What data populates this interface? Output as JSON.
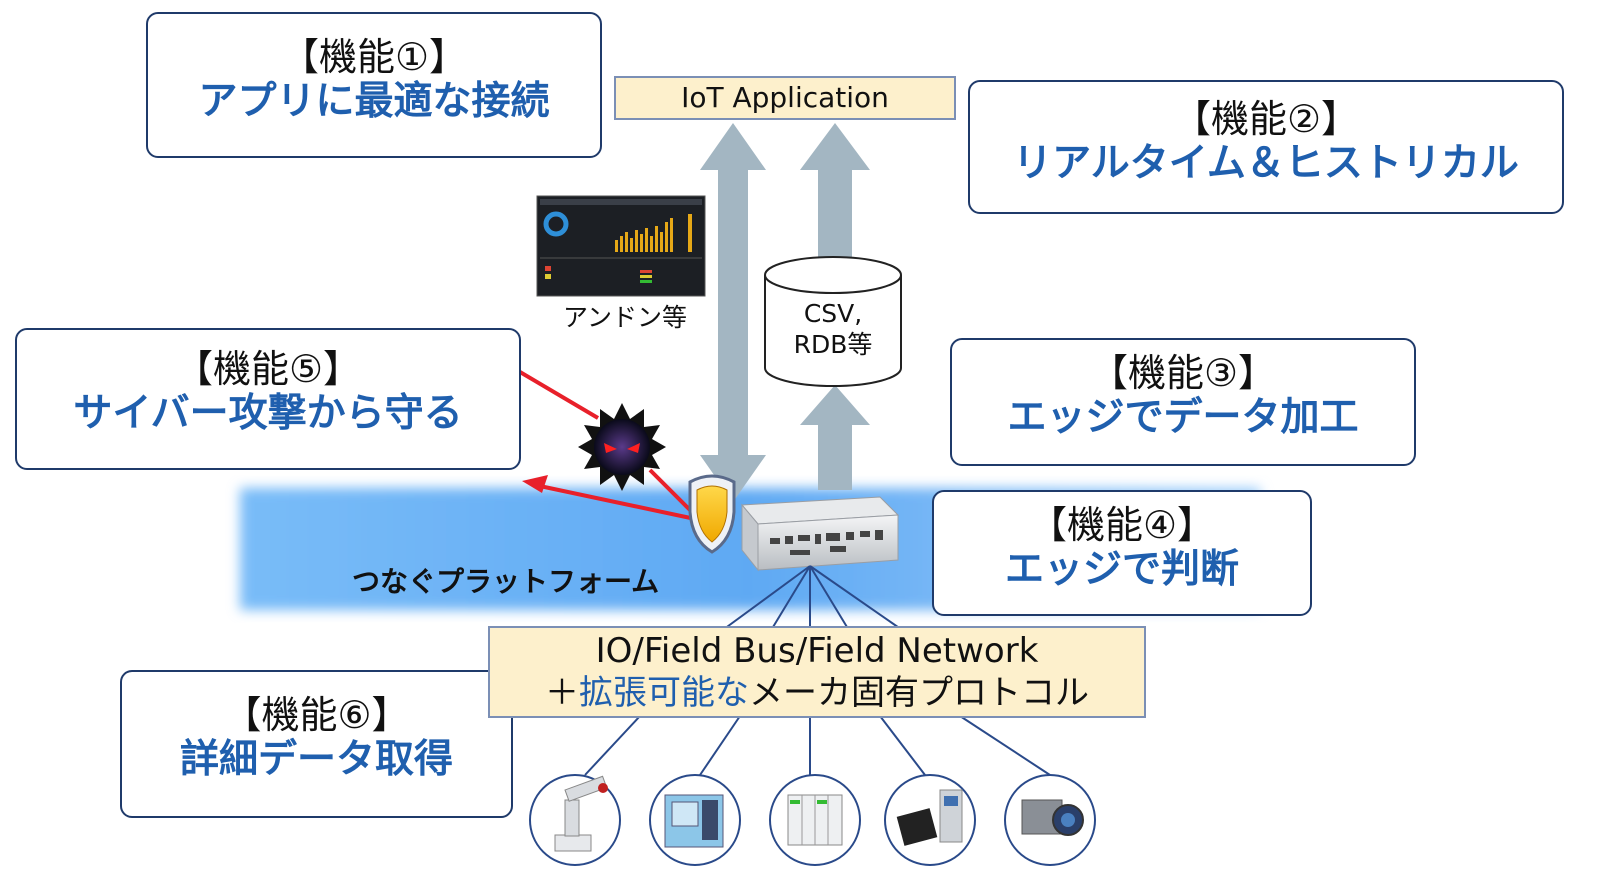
{
  "functions": [
    {
      "head": "【機能①】",
      "desc": "アプリに最適な接続"
    },
    {
      "head": "【機能②】",
      "desc": "リアルタイム＆ヒストリカル"
    },
    {
      "head": "【機能③】",
      "desc": "エッジでデータ加工"
    },
    {
      "head": "【機能④】",
      "desc": "エッジで判断"
    },
    {
      "head": "【機能⑤】",
      "desc": "サイバー攻撃から守る"
    },
    {
      "head": "【機能⑥】",
      "desc": "詳細データ取得"
    }
  ],
  "iot_app_label": "IoT Application",
  "andon_label": "アンドン等",
  "storage_label_line1": "CSV,",
  "storage_label_line2": "RDB等",
  "platform_label": "つなぐプラットフォーム",
  "bus_line1": "IO/Field Bus/Field Network",
  "bus_line2_prefix": "＋",
  "bus_line2_highlight": "拡張可能な",
  "bus_line2_suffix": "メーカ固有プロトコル",
  "devices": [
    {
      "name": "robot-arm-icon"
    },
    {
      "name": "machine-tool-icon"
    },
    {
      "name": "plc-icon"
    },
    {
      "name": "servo-motor-icon"
    },
    {
      "name": "camera-icon"
    }
  ],
  "colors": {
    "accent_blue": "#1f5fae",
    "border_navy": "#1f3a6a",
    "band_blue": "#6db3f5",
    "arrow_gray": "#9fb4c0",
    "attack_red": "#e8202a",
    "yellow_fill": "#fdf0cc"
  }
}
